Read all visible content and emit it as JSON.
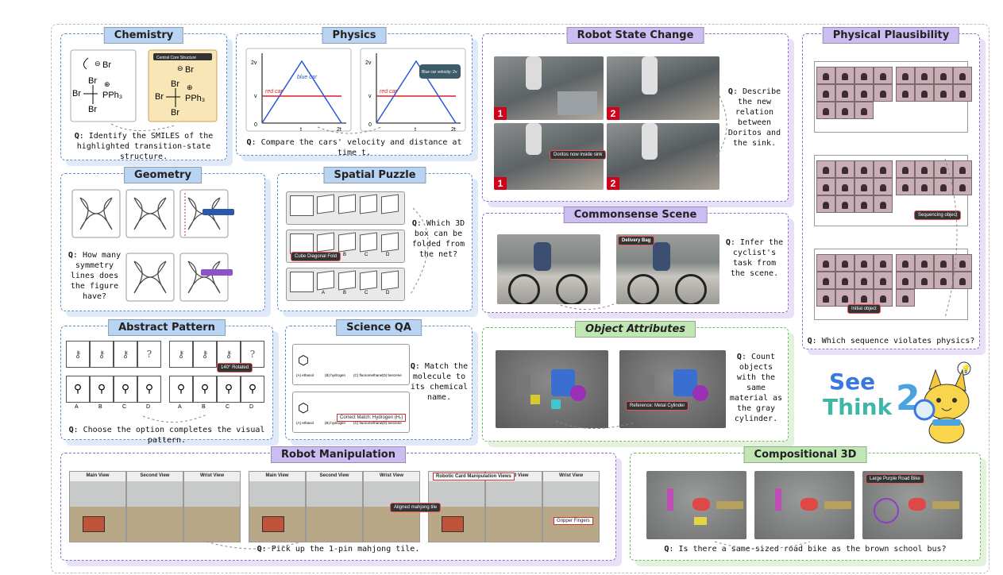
{
  "panels": {
    "chemistry": {
      "title": "Chemistry",
      "question_prefix": "Q",
      "question": ": Identify the SMILES of the highlighted transition-state structure.",
      "atoms": [
        "Br",
        "Br",
        "Br",
        "Br",
        "PPh₃",
        "⊖",
        "⊕"
      ],
      "overlay_label": "Central Core Structure"
    },
    "physics": {
      "title": "Physics",
      "question_prefix": "Q",
      "question": ": Compare the cars' velocity and distance at time t.",
      "axis_labels": [
        "2v",
        "v",
        "0",
        "t",
        "2t"
      ],
      "series_labels": [
        "blue car",
        "red car"
      ],
      "callout": "Blue car velocity: 2v"
    },
    "robot_state": {
      "title": "Robot State Change",
      "question_prefix": "Q",
      "question": ": Describe the new relation between Doritos and the sink.",
      "frame_numbers": [
        "1",
        "2",
        "1",
        "2"
      ],
      "callout": "Doritos now inside sink"
    },
    "physical": {
      "title": "Physical Plausibility",
      "question_prefix": "Q",
      "question": ": Which sequence violates physics?",
      "tags": [
        "Sequencing object",
        "Initial object"
      ]
    },
    "geometry": {
      "title": "Geometry",
      "question_prefix": "Q",
      "question": ": How many symmetry lines does the figure have?"
    },
    "spatial": {
      "title": "Spatial Puzzle",
      "question_prefix": "Q",
      "question": ": Which 3D box can be folded from the net?",
      "options": [
        "A",
        "B",
        "C",
        "D"
      ],
      "callout": "Cube Diagonal Fold"
    },
    "commonsense": {
      "title": "Commonsense Scene",
      "question_prefix": "Q",
      "question": ": Infer the cyclist's task from the scene.",
      "callout": "Delivery Bag"
    },
    "abstract": {
      "title": "Abstract Pattern",
      "question_prefix": "Q",
      "question": ": Choose the option completes the visual pattern.",
      "unknown": "?",
      "options": [
        "A",
        "B",
        "C",
        "D"
      ],
      "callout": "140° Rotated"
    },
    "science": {
      "title": "Science QA",
      "question_prefix": "Q",
      "question": ": Match the molecule to its chemical name.",
      "names": [
        "(A) ethanol",
        "(B) hydrogen",
        "(C) fluoromethane",
        "(D) benzene"
      ],
      "callout": "Correct Match: Hydrogen (H₂)"
    },
    "attributes": {
      "title": "Object Attributes",
      "question_prefix": "Q",
      "question": ": Count objects with the same material as the gray cylinder.",
      "callout": "Reference: Metal Cylinder"
    },
    "manipulation": {
      "title": "Robot Manipulation",
      "question_prefix": "Q",
      "question": ": Pick up the 1-pin mahjong tile.",
      "views": [
        "Main View",
        "Second View",
        "Wrist View"
      ],
      "callouts": [
        "Aligned mahjong tile",
        "Robotic Card Manipulation Views",
        "Gripper Fingers"
      ]
    },
    "compositional": {
      "title": "Compositional 3D",
      "question_prefix": "Q",
      "question": ": Is there a same-sized road bike as the brown school bus?",
      "callout": "Large Purple Road Bike"
    }
  },
  "logo": {
    "word1": "See",
    "word2": "Think",
    "digit": "2",
    "colors": {
      "see": "#3a78e0",
      "think": "#3fb7a8",
      "digit": "#4aa3df"
    }
  },
  "colors": {
    "blue": "#5b8fd6",
    "purple": "#8a6fd0",
    "green": "#6fbf5e",
    "red": "#d0021b"
  }
}
